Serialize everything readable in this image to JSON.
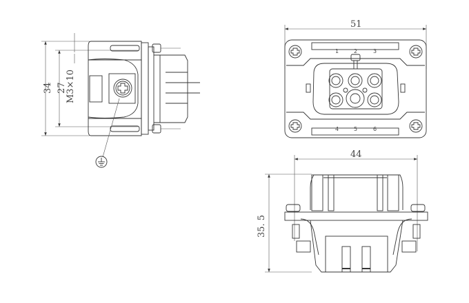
{
  "side_view": {
    "dim_overall_height": "34",
    "dim_mount_height": "27",
    "screw_label": "M3×10",
    "ground_symbol": "protective-earth-icon"
  },
  "front_view": {
    "dim_width": "51",
    "pin_labels": [
      "1",
      "2",
      "3",
      "4",
      "5",
      "6"
    ]
  },
  "bottom_view": {
    "dim_width": "44",
    "dim_height": "35. 5"
  }
}
